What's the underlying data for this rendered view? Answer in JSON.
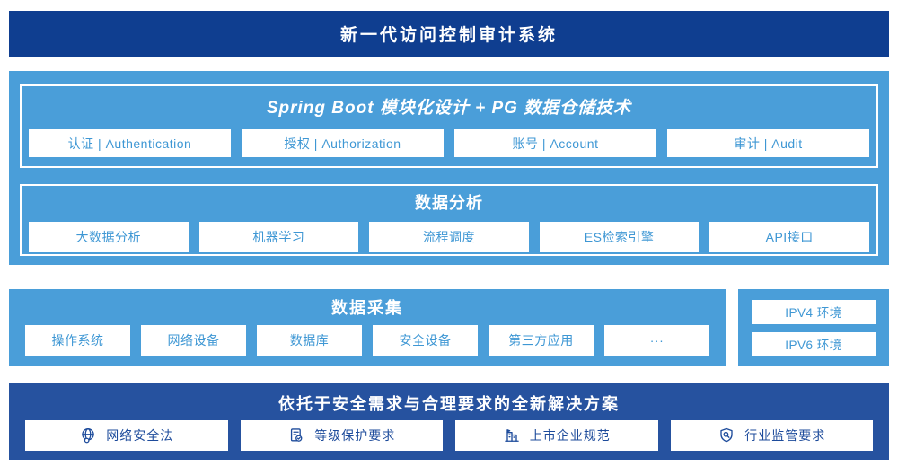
{
  "colors": {
    "banner_blue": "#0f3e90",
    "solution_blue": "#26529f",
    "light_blue": "#4a9ed9",
    "cell_text_blue": "#3e97d4",
    "white": "#ffffff"
  },
  "banner": {
    "title": "新一代访问控制审计系统"
  },
  "platform": {
    "module_section": {
      "title": "Spring Boot 模块化设计 + PG 数据仓储技术",
      "items": [
        {
          "label": "认证 | Authentication"
        },
        {
          "label": "授权 | Authorization"
        },
        {
          "label": "账号 | Account"
        },
        {
          "label": "审计 | Audit"
        }
      ]
    },
    "analysis_section": {
      "title": "数据分析",
      "items": [
        {
          "label": "大数据分析"
        },
        {
          "label": "机器学习"
        },
        {
          "label": "流程调度"
        },
        {
          "label": "ES检索引擎"
        },
        {
          "label": "API接口"
        }
      ]
    }
  },
  "collection": {
    "title": "数据采集",
    "items": [
      {
        "label": "操作系统"
      },
      {
        "label": "网络设备"
      },
      {
        "label": "数据库"
      },
      {
        "label": "安全设备"
      },
      {
        "label": "第三方应用"
      },
      {
        "label": "···"
      }
    ],
    "environments": {
      "items": [
        {
          "label": "IPV4 环境"
        },
        {
          "label": "IPV6 环境"
        }
      ]
    }
  },
  "solution": {
    "title": "依托于安全需求与合理要求的全新解决方案",
    "items": [
      {
        "icon": "globe-icon",
        "label": "网络安全法"
      },
      {
        "icon": "document-check-icon",
        "label": "等级保护要求"
      },
      {
        "icon": "building-icon",
        "label": "上市企业规范"
      },
      {
        "icon": "shield-search-icon",
        "label": "行业监管要求"
      }
    ]
  }
}
